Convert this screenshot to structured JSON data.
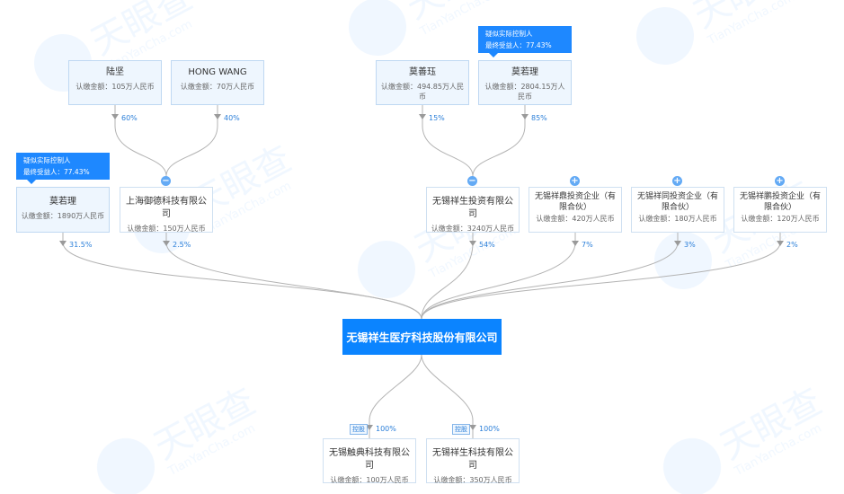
{
  "watermark": {
    "brand": "天眼查",
    "latin": "TianYanCha.com"
  },
  "center": {
    "name": "无锡祥生医疗科技股份有限公司"
  },
  "investors": [
    {
      "id": "lujian",
      "name": "陆坚",
      "amount": "认缴金额：105万人民币",
      "pct": "60%"
    },
    {
      "id": "hongwang",
      "name": "HONG WANG",
      "amount": "认缴金额：70万人民币",
      "pct": "40%"
    },
    {
      "id": "moshanyu",
      "name": "莫善珏",
      "amount": "认缴金额：494.85万人民币",
      "pct": "15%"
    },
    {
      "id": "moruoli_top",
      "name": "莫若理",
      "amount": "认缴金额：2804.15万人民币",
      "pct": "85%"
    },
    {
      "id": "moruoli",
      "name": "莫若理",
      "amount": "认缴金额：1890万人民币",
      "pct": "31.5%"
    },
    {
      "id": "shyude",
      "name": "上海御德科技有限公司",
      "amount": "认缴金额：150万人民币",
      "pct": "2.5%"
    },
    {
      "id": "xstz",
      "name": "无锡祥生投资有限公司",
      "amount": "认缴金额：3240万人民币",
      "pct": "54%"
    },
    {
      "id": "xdtz",
      "name": "无锡祥鼎投资企业（有限合伙）",
      "amount": "认缴金额：420万人民币",
      "pct": "7%"
    },
    {
      "id": "xttz",
      "name": "无锡祥同投资企业（有限合伙）",
      "amount": "认缴金额：180万人民币",
      "pct": "3%"
    },
    {
      "id": "xptz",
      "name": "无锡祥鹏投资企业（有限合伙）",
      "amount": "认缴金额：120万人民币",
      "pct": "2%"
    }
  ],
  "subsidiaries": [
    {
      "id": "chudian",
      "name": "无锡触典科技有限公司",
      "amount": "认缴金额：100万人民币",
      "pct": "100%",
      "tag": "控股"
    },
    {
      "id": "xskj",
      "name": "无锡祥生科技有限公司",
      "amount": "认缴金额：350万人民币",
      "pct": "100%",
      "tag": "控股"
    }
  ],
  "controller_tags": [
    {
      "line1": "疑似实际控制人",
      "line2": "最终受益人：77.43%"
    },
    {
      "line1": "疑似实际控制人",
      "line2": "最终受益人：77.43%"
    }
  ],
  "toggles": {
    "collapse": "−",
    "expand": "+"
  },
  "colors": {
    "primary": "#0b84ff",
    "line": "#b3b3b3",
    "label": "#2b7fd9"
  }
}
